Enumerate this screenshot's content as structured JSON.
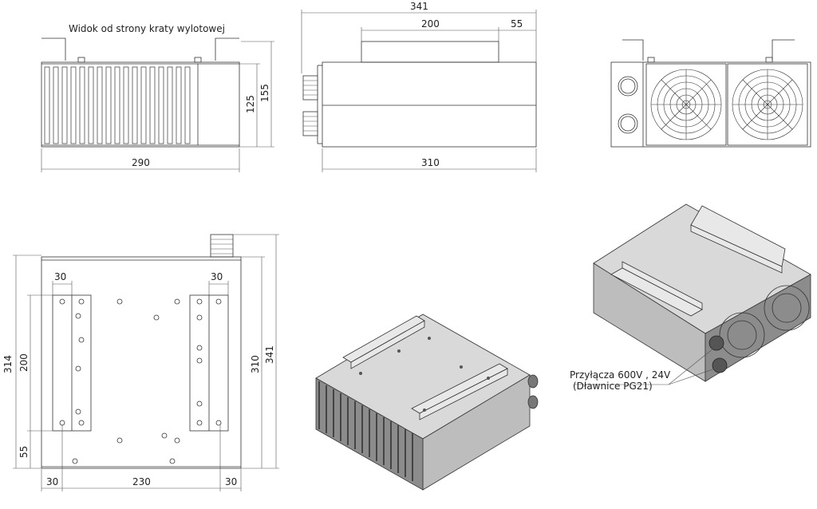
{
  "colors": {
    "line": "#333333",
    "face_top": "#d9d9d9",
    "face_side": "#bdbdbd",
    "face_front": "#8c8c8c"
  },
  "views": {
    "front": {
      "caption": "Widok od strony kraty wylotowej",
      "width": "290",
      "height_inner": "125",
      "height_outer": "155"
    },
    "side": {
      "overall": "341",
      "body": "310",
      "top_a": "200",
      "top_b": "55"
    },
    "top": {
      "w_left": "30",
      "w_right": "30",
      "spacing": "230",
      "w_left_top": "30",
      "w_right_top": "30",
      "h_314": "314",
      "h_200": "200",
      "h_55": "55",
      "h_310": "310",
      "h_341": "341"
    },
    "iso_right": {
      "note_line1": "Przyłącza 600V , 24V",
      "note_line2": "(Dławnice PG21)"
    }
  }
}
